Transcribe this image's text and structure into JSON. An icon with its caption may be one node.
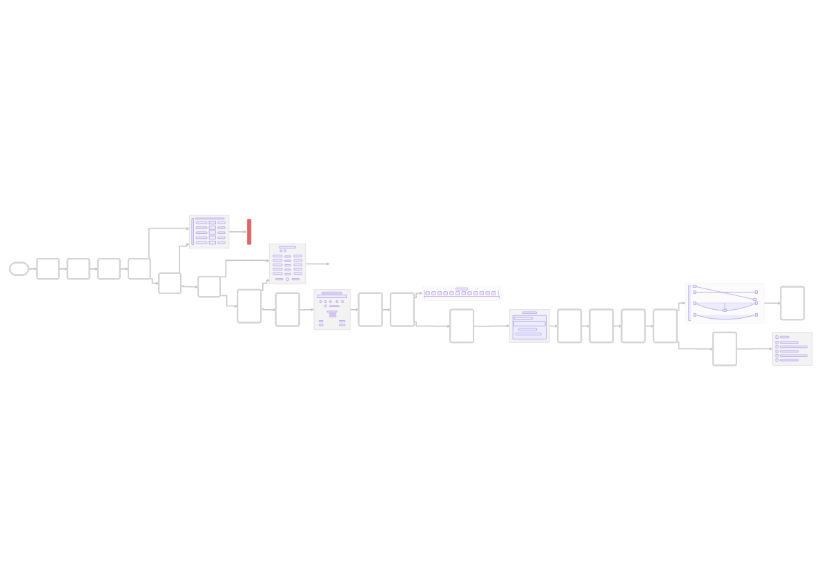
{
  "diagram": {
    "nodes": [
      {
        "text": [],
        "shape": "stadium"
      },
      {
        "text": [],
        "shape": "box"
      },
      {
        "text": [],
        "shape": "box"
      },
      {
        "text": [],
        "shape": "box"
      },
      {
        "text": [],
        "shape": "box"
      },
      {
        "text": [],
        "shape": "box"
      },
      {
        "text": [],
        "shape": "box"
      },
      {
        "text": [],
        "shape": "box"
      },
      {
        "text": [],
        "shape": "box"
      },
      {
        "text": [],
        "shape": "picture"
      },
      {
        "text": [],
        "shape": "picture"
      },
      {
        "text": [],
        "shape": "picture"
      },
      {
        "text": [],
        "shape": "box"
      },
      {
        "text": [],
        "shape": "box"
      },
      {
        "text": [],
        "shape": "box"
      },
      {
        "text": [],
        "shape": "picture"
      },
      {
        "text": [],
        "shape": "box"
      },
      {
        "text": [],
        "shape": "box"
      },
      {
        "text": [],
        "shape": "box"
      },
      {
        "text": [],
        "shape": "box"
      },
      {
        "text": [],
        "shape": "box"
      },
      {
        "text": [],
        "shape": "picture"
      },
      {
        "text": [],
        "shape": "box"
      },
      {
        "text": [],
        "shape": "picture"
      },
      {
        "text": [],
        "shape": "picture"
      },
      {
        "text": [],
        "shape": "line"
      }
    ],
    "edges": [
      {
        "from": 0,
        "to": 1,
        "arrow": "to"
      },
      {
        "from": 1,
        "to": 2,
        "arrow": "to"
      },
      {
        "from": 2,
        "to": 3,
        "arrow": "to"
      },
      {
        "from": 3,
        "to": 4,
        "arrow": "to"
      },
      {
        "from": 4,
        "to": 9,
        "arrow": "to"
      },
      {
        "from": 4,
        "to": 5,
        "arrow": "to"
      },
      {
        "from": 5,
        "to": 9,
        "arrow": "to"
      },
      {
        "from": 9,
        "to": 25,
        "arrow": "to"
      },
      {
        "from": 5,
        "to": 6,
        "arrow": "to"
      },
      {
        "from": 6,
        "to": 10,
        "arrow": "to"
      },
      {
        "from": 10,
        "to": null,
        "arrow": "to"
      },
      {
        "from": 6,
        "to": 7,
        "arrow": "to"
      },
      {
        "from": 7,
        "to": 10,
        "arrow": "to"
      },
      {
        "from": 7,
        "to": 8,
        "arrow": "to"
      },
      {
        "from": 8,
        "to": 11,
        "arrow": "to"
      },
      {
        "from": 11,
        "to": 12,
        "arrow": "to"
      },
      {
        "from": 12,
        "to": 13,
        "arrow": "to"
      },
      {
        "from": 13,
        "to": 24,
        "arrow": "to"
      },
      {
        "from": 13,
        "to": 14,
        "arrow": "to"
      },
      {
        "from": 14,
        "to": 15,
        "arrow": "to"
      },
      {
        "from": 15,
        "to": 16,
        "arrow": "to"
      },
      {
        "from": 16,
        "to": 17,
        "arrow": "to"
      },
      {
        "from": 17,
        "to": 18,
        "arrow": "to"
      },
      {
        "from": 18,
        "to": 19,
        "arrow": "to"
      },
      {
        "from": 19,
        "to": 23,
        "arrow": "to"
      },
      {
        "from": 19,
        "to": 20,
        "arrow": "to"
      },
      {
        "from": 20,
        "to": 21,
        "arrow": "to"
      },
      {
        "from": 23,
        "to": 22,
        "arrow": "to"
      }
    ]
  }
}
